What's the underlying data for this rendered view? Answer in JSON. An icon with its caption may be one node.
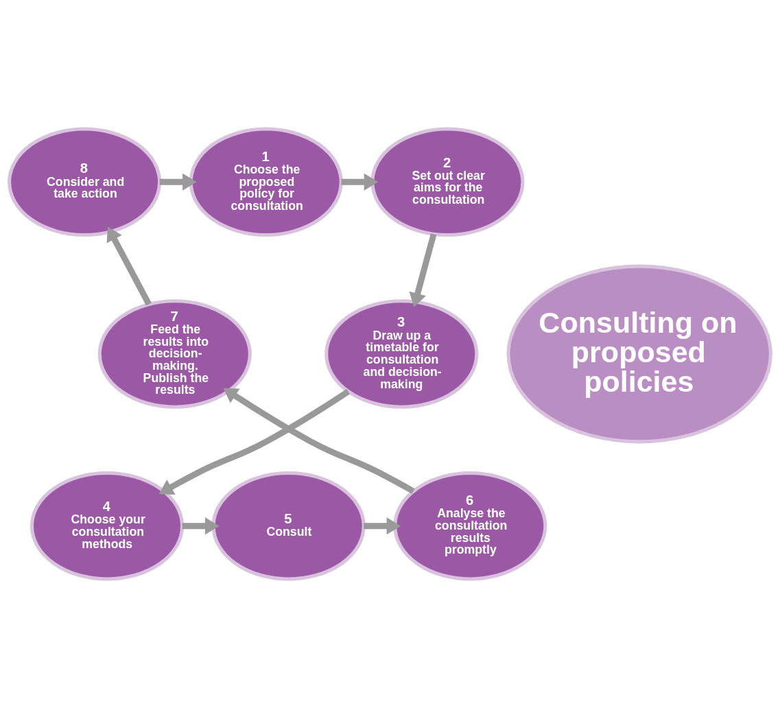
{
  "diagram": {
    "nodes": [
      {
        "text": [
          "1",
          "Choose the proposed policy for consultation"
        ]
      },
      {
        "text": [
          "2",
          "Set out clear aims for the consultation"
        ]
      },
      {
        "text": [
          "3",
          "Draw up a timetable for consultation and decision-making"
        ]
      },
      {
        "text": [
          "4",
          "Choose your consultation methods"
        ]
      },
      {
        "text": [
          "5",
          "Consult"
        ]
      },
      {
        "text": [
          "6",
          "Analyse the consultation results promptly"
        ]
      },
      {
        "text": [
          "7",
          "Feed the results into decision-making.",
          "Publish the results"
        ]
      },
      {
        "text": [
          "8",
          "Consider and take action"
        ]
      },
      {
        "text": [
          "Consulting on proposed policies"
        ]
      }
    ],
    "edges": [
      {
        "from": 0,
        "to": 1,
        "arrow": "to"
      },
      {
        "from": 1,
        "to": 2,
        "arrow": "to"
      },
      {
        "from": 2,
        "to": 3,
        "arrow": "to"
      },
      {
        "from": 3,
        "to": 4,
        "arrow": "to"
      },
      {
        "from": 4,
        "to": 5,
        "arrow": "to"
      },
      {
        "from": 5,
        "to": 6,
        "arrow": "to"
      },
      {
        "from": 6,
        "to": 7,
        "arrow": "to"
      },
      {
        "from": 7,
        "to": 0,
        "arrow": "to"
      }
    ]
  }
}
